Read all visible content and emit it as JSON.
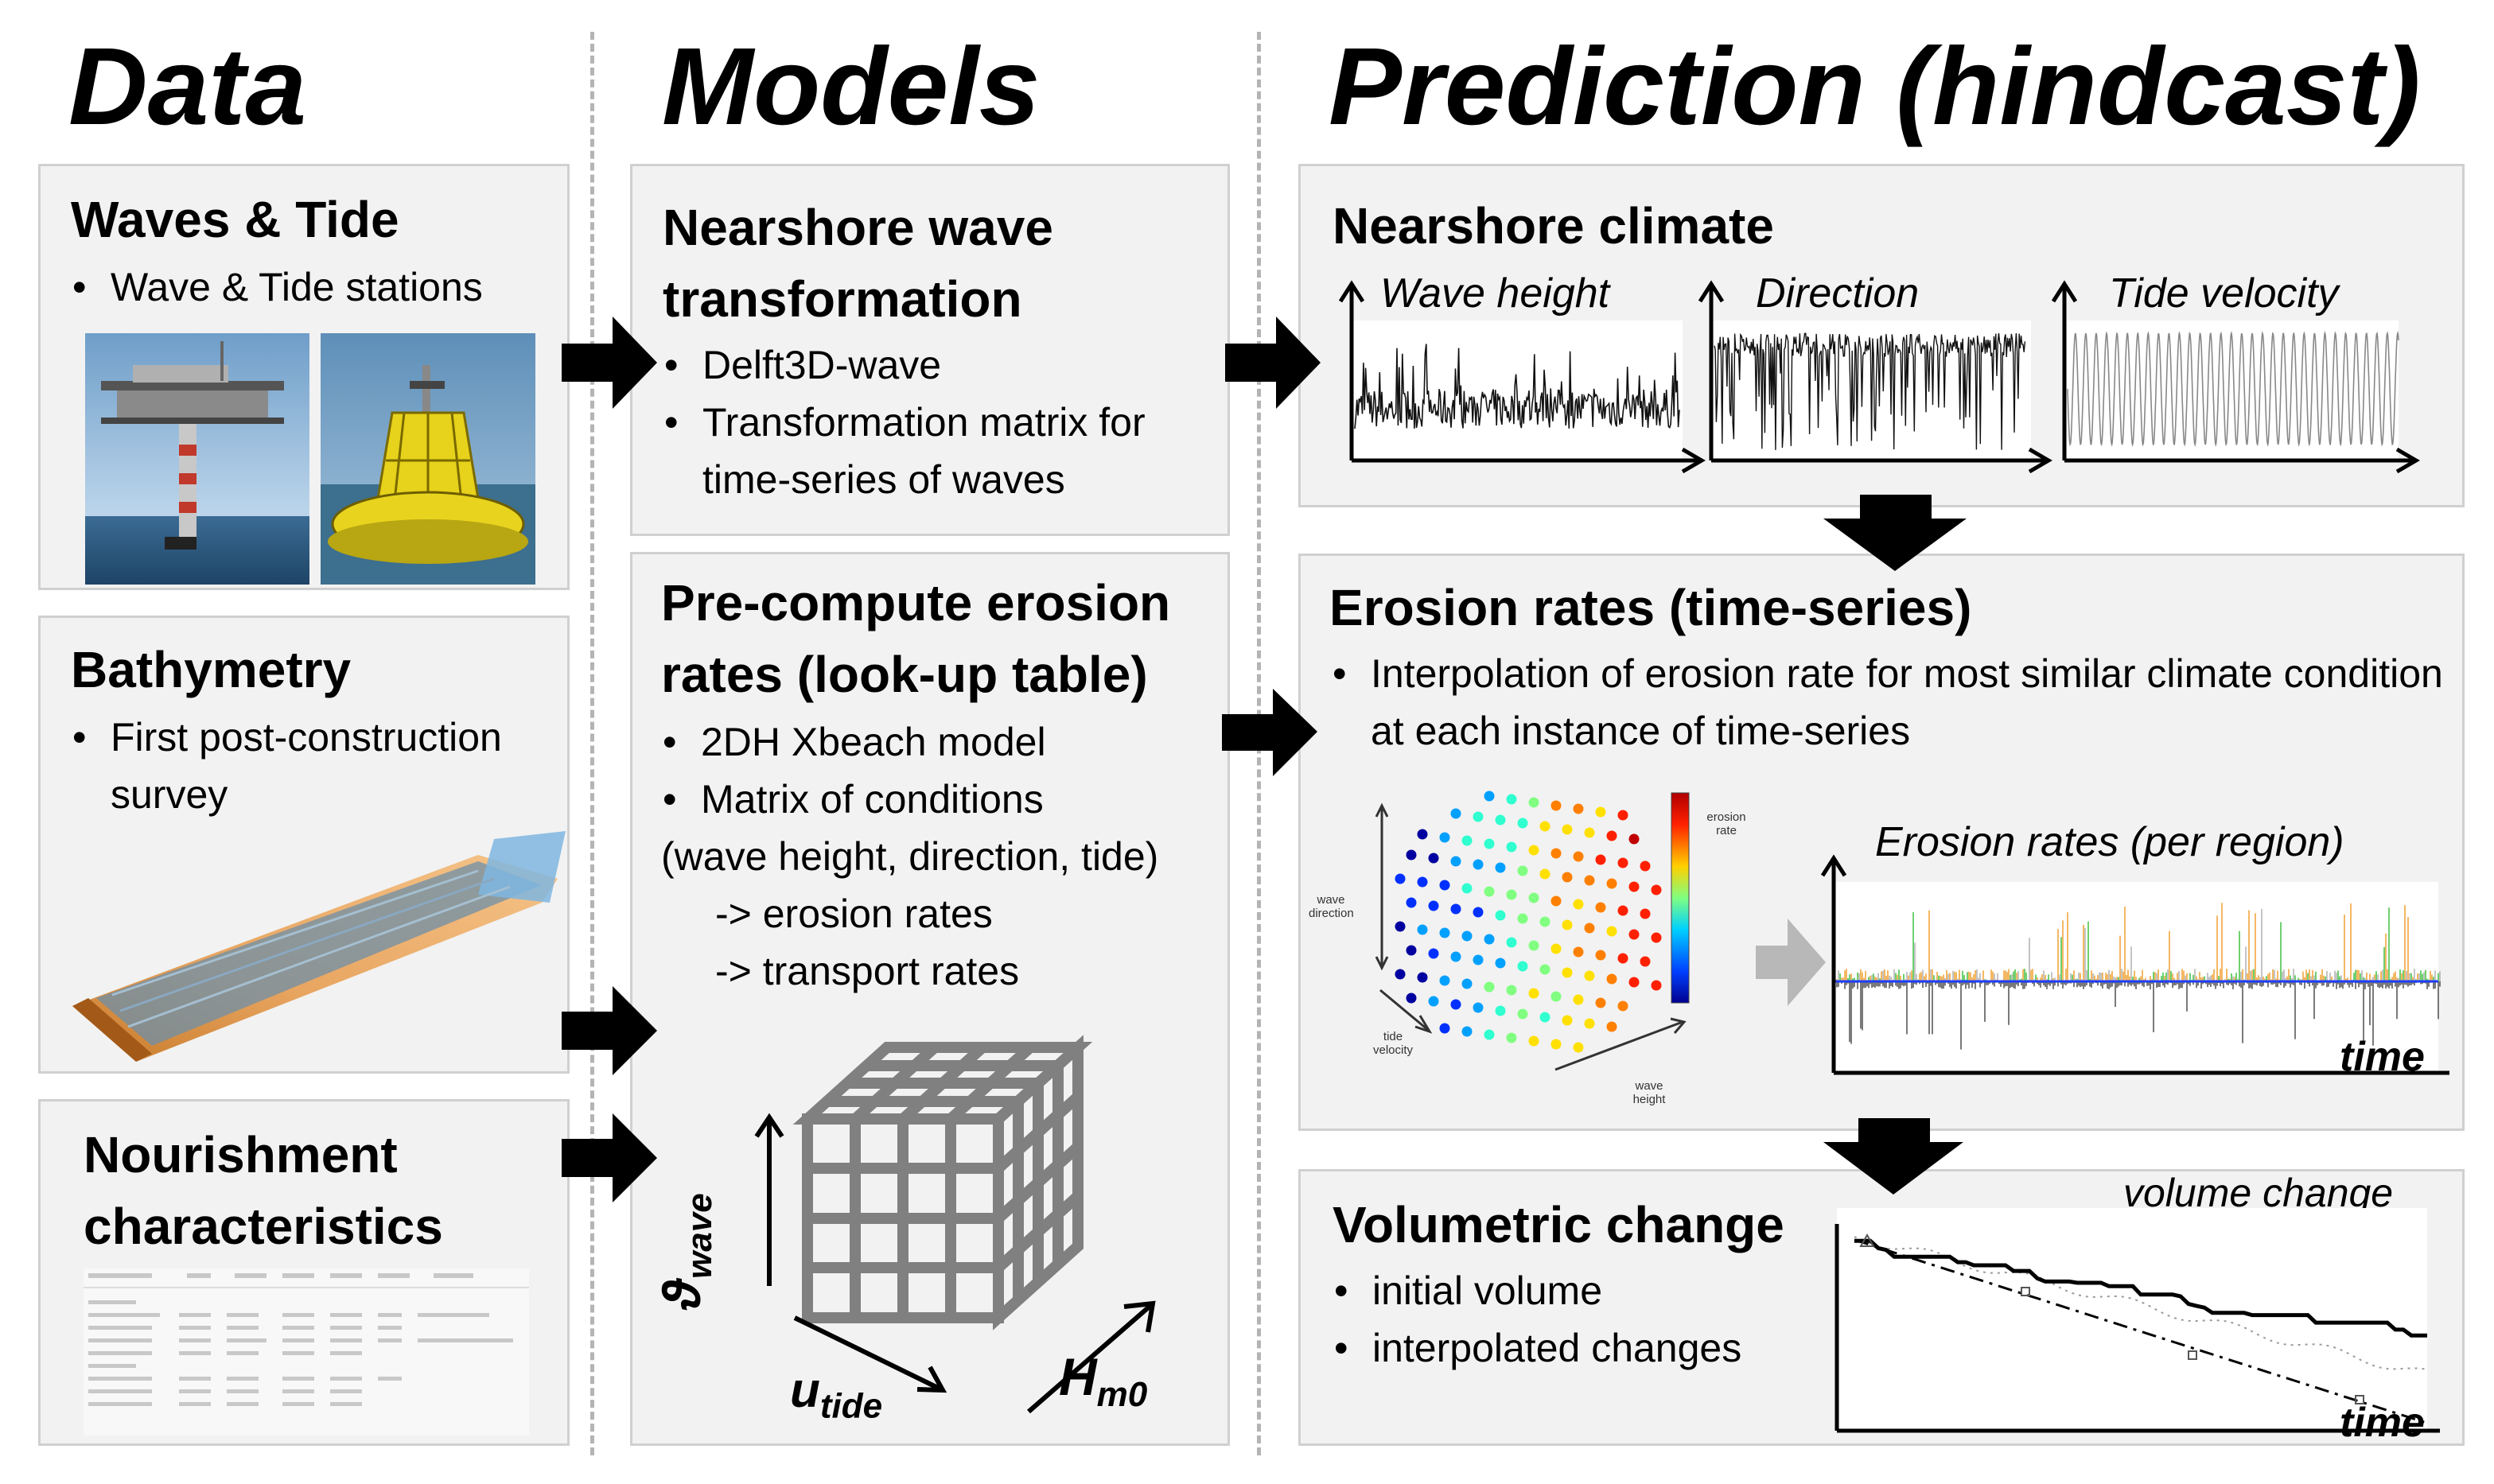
{
  "columns": {
    "data": "Data",
    "models": "Models",
    "prediction": "Prediction (hindcast)"
  },
  "waves_tide": {
    "title": "Waves & Tide",
    "bullets": [
      "Wave & Tide stations"
    ]
  },
  "bathymetry": {
    "title": "Bathymetry",
    "bullets": [
      "First post-construction survey"
    ]
  },
  "nourishment": {
    "title_line1": "Nourishment",
    "title_line2": "characteristics"
  },
  "wave_transformation": {
    "title_line1": "Nearshore wave",
    "title_line2": "transformation",
    "bullets": [
      "Delft3D-wave",
      "Transformation matrix for time-series of waves"
    ]
  },
  "precompute": {
    "title_line1": "Pre-compute erosion",
    "title_line2": "rates (look-up table)",
    "bullets": [
      "2DH Xbeach model",
      "Matrix of conditions"
    ],
    "line1": "(wave height, direction, tide)",
    "line2": "-> erosion rates",
    "line3": "-> transport rates",
    "axis_wave": "ϑ",
    "axis_wave_sub": "wave",
    "axis_tide": "u",
    "axis_tide_sub": "tide",
    "axis_h": "H",
    "axis_h_sub": "m0"
  },
  "nearshore_climate": {
    "title": "Nearshore climate",
    "charts": [
      "Wave height",
      "Direction",
      "Tide velocity"
    ]
  },
  "erosion_rates": {
    "title": "Erosion rates (time-series)",
    "bullets": [
      "Interpolation of erosion rate for most similar climate condition at each instance of time-series"
    ],
    "scatter_labels": {
      "wave_direction": "wave direction",
      "tide_velocity": "tide velocity",
      "wave_height": "wave height",
      "erosion_rate": "erosion rate"
    },
    "chart_title": "Erosion rates (per region)",
    "x_label": "time"
  },
  "volumetric": {
    "title": "Volumetric change",
    "bullets": [
      "initial volume",
      "interpolated changes"
    ],
    "chart_title": "volume change",
    "x_label": "time"
  },
  "colors": {
    "panel_bg": "#f2f2f2",
    "panel_border": "#d0d0d0",
    "arrow": "#000000",
    "divider": "#b4b4b4"
  }
}
